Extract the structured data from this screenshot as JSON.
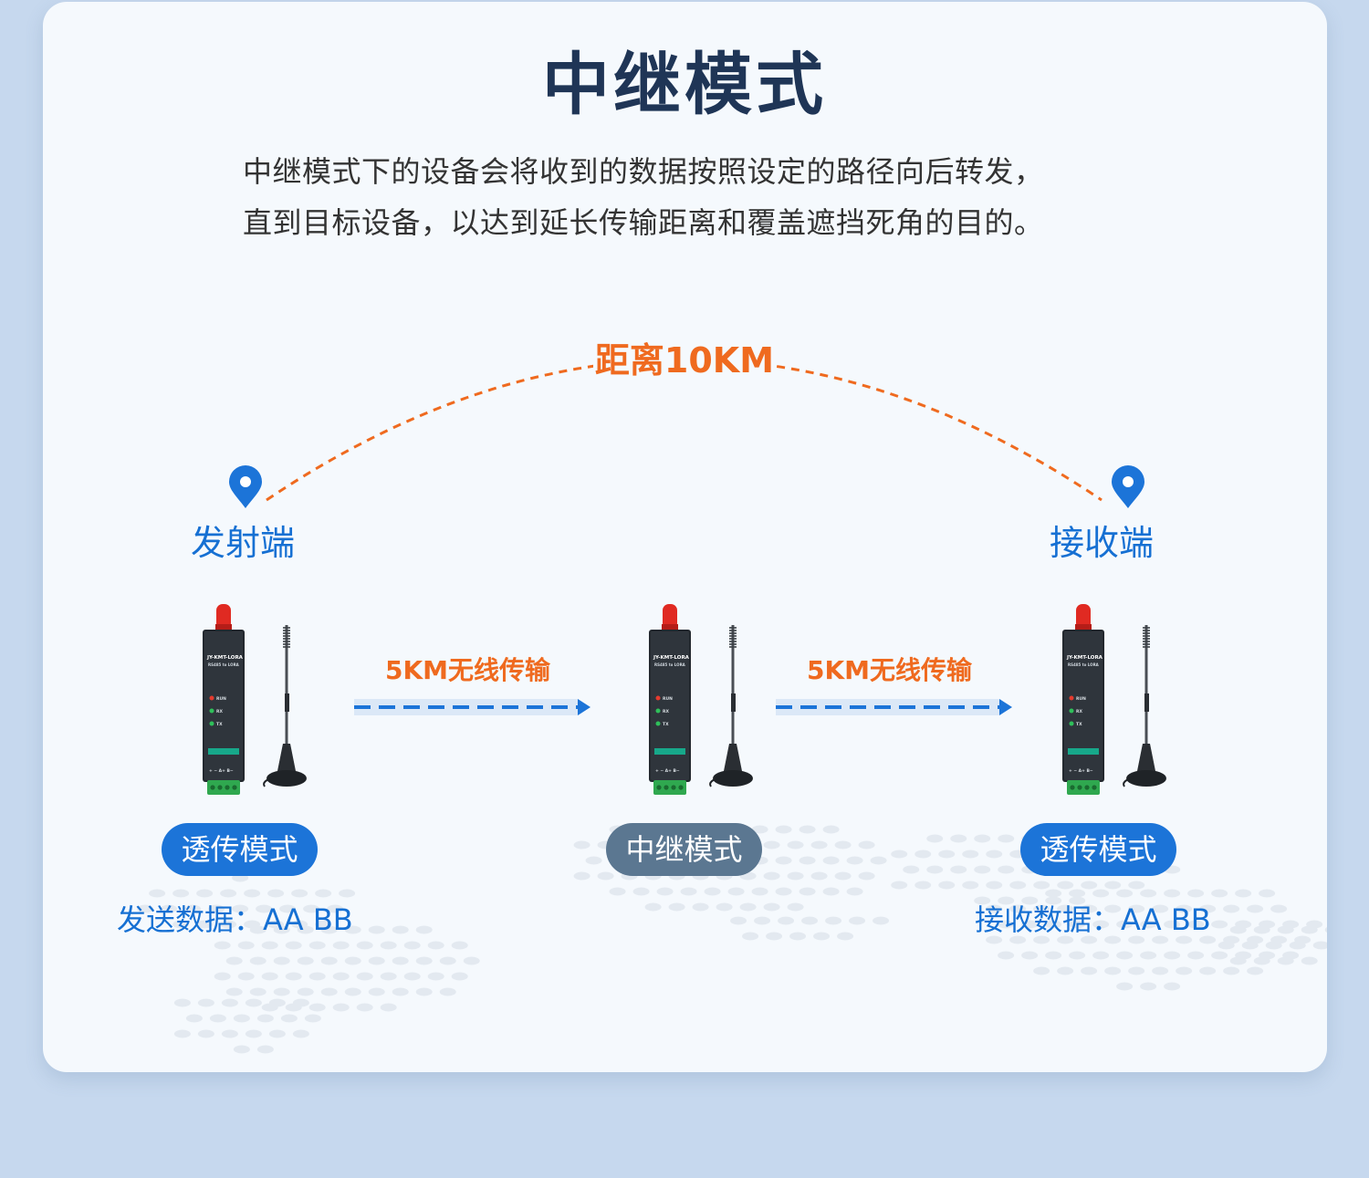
{
  "title": "中继模式",
  "description": [
    "中继模式下的设备会将收到的数据按照设定的路径向后转发，",
    "直到目标设备，以达到延长传输距离和覆盖遮挡死角的目的。"
  ],
  "distance_label": "距离10KM",
  "links": [
    "5KM无线传输",
    "5KM无线传输"
  ],
  "nodes": {
    "sender": {
      "label": "发射端",
      "mode": "透传模式",
      "data": "发送数据：AA  BB"
    },
    "relay": {
      "mode": "中继模式"
    },
    "receiver": {
      "label": "接收端",
      "mode": "透传模式",
      "data": "接收数据：AA  BB"
    }
  },
  "device": {
    "model": "JY-KMT-LORA",
    "subtitle": "RS485 to LORA",
    "leds": [
      "RUN",
      "RX",
      "TX"
    ],
    "terminals": "+ − A+ B−"
  },
  "colors": {
    "accent_orange": "#ef6a1f",
    "node_blue": "#1670d3",
    "pill_blue": "#1c74d8",
    "pill_gray": "#5b7791",
    "title": "#1f3556"
  },
  "icons": [
    "location-pin-icon",
    "arrow-right-icon",
    "antenna-icon"
  ]
}
